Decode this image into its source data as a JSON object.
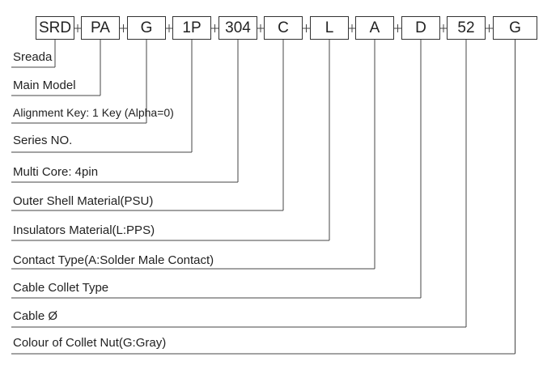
{
  "codes": [
    "SRD",
    "PA",
    "G",
    "1P",
    "304",
    "C",
    "L",
    "A",
    "D",
    "52",
    "G"
  ],
  "labels": [
    "Sreada",
    "Main Model",
    "Alignment Key: 1 Key (Alpha=0)",
    "Series NO.",
    "Multi Core: 4pin",
    "Outer Shell Material(PSU)",
    "Insulators Material(L:PPS)",
    "Contact Type(A:Solder Male Contact)",
    "Cable Collet Type",
    "Cable Ø",
    "Colour of Collet Nut(G:Gray)"
  ],
  "colors": {
    "line": "#444444",
    "text": "#222222"
  }
}
